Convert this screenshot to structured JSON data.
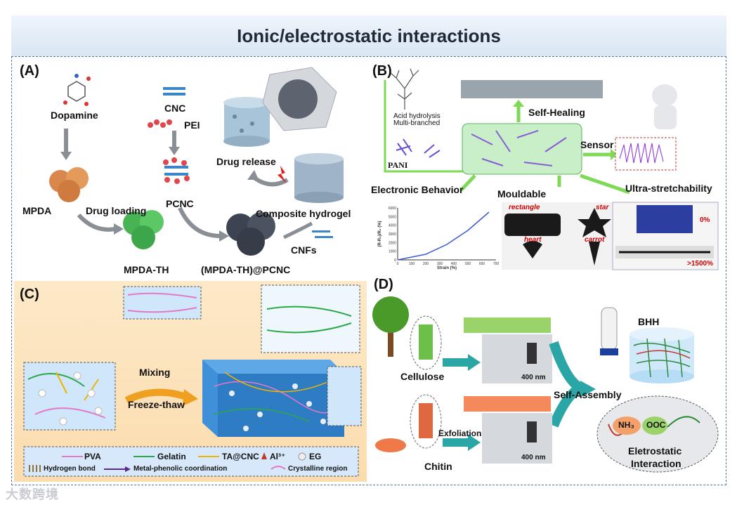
{
  "title": "Ionic/electrostatic interactions",
  "panel_a": {
    "label": "(A)",
    "dopamine": "Dopamine",
    "mpda": "MPDA",
    "drug_loading": "Drug loading",
    "mpda_th": "MPDA-TH",
    "cnc": "CNC",
    "pei": "PEI",
    "pcnc": "PCNC",
    "drug_release": "Drug release",
    "composite_hydrogel": "Composite hydrogel",
    "cnfs": "CNFs",
    "mpda_th_pcnc": "(MPDA-TH)@PCNC"
  },
  "panel_b": {
    "label": "(B)",
    "acid_hydrolysis": "Acid hydrolysis",
    "multi_branched": "Multi-branched",
    "pani": "PANI",
    "self_healing": "Self-Healing",
    "sensor": "Sensor",
    "electronic_behavior": "Electronic Behavior",
    "mouldable": "Mouldable",
    "ultra_stretchability": "Ultra-stretchability",
    "rectangle": "rectangle",
    "star": "star",
    "heart": "heart",
    "carrot": "carrot",
    "zero_pct": "0%",
    "stretch_pct": ">1500%",
    "strain_axis": "Strain (%)",
    "y_axis": "(R-R₀)/R₀ (%)",
    "x_ticks": [
      "0",
      "100",
      "200",
      "300",
      "400",
      "500",
      "600",
      "700"
    ],
    "y_ticks": [
      "0",
      "1000",
      "2000",
      "3000",
      "4000",
      "5000",
      "6000"
    ]
  },
  "panel_c": {
    "label": "(C)",
    "mixing": "Mixing",
    "freeze_thaw": "Freeze-thaw",
    "legend": {
      "pva": "PVA",
      "gelatin": "Gelatin",
      "ta_cnc": "TA@CNC",
      "al3": "Al³⁺",
      "eg": "EG",
      "hydrogen_bond": "Hydrogen bond",
      "metal_phenolic": "Metal-phenolic coordination",
      "crystalline": "Crystalline region"
    }
  },
  "panel_d": {
    "label": "(D)",
    "cellulose": "Cellulose",
    "chitin": "Chitin",
    "exfoliation": "Exfoliation",
    "self_assembly": "Self-Assembly",
    "bhh": "BHH",
    "scale1": "400 nm",
    "scale2": "400 nm",
    "nh3": "NH₃",
    "ooc": "OOC",
    "eletrostatic": "Eletrostatic",
    "interaction": "Interaction"
  },
  "watermark": "大数跨境",
  "colors": {
    "accent_blue": "#4f79a8",
    "arrow_grey": "#8a8f96",
    "green_arrow": "#7ed957",
    "teal_arrow": "#2aa6a6",
    "cnc_blue": "#3a86c8",
    "pei_red": "#e0474c"
  }
}
